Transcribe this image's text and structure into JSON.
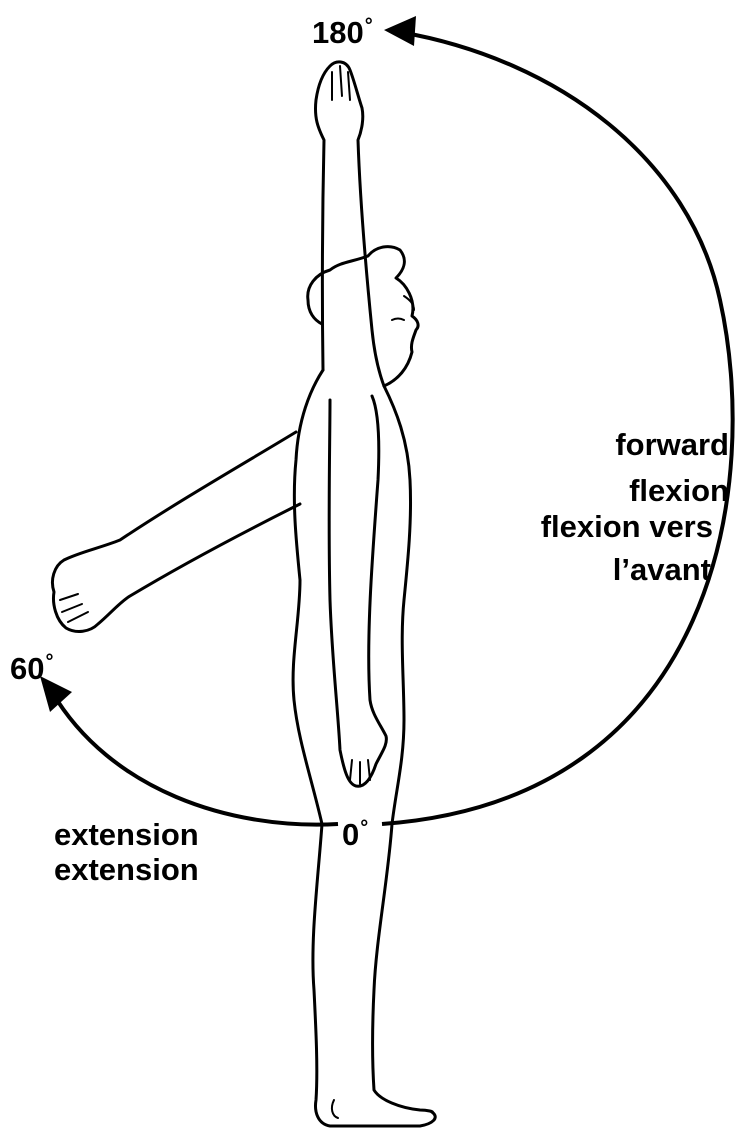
{
  "angles": {
    "top": {
      "value": "180",
      "unit": "°"
    },
    "back": {
      "value": "60",
      "unit": "°"
    },
    "neutral": {
      "value": "0",
      "unit": "°"
    }
  },
  "forward_flexion": {
    "line1": "forward",
    "line2": "flexion",
    "line3": "flexion vers",
    "line4": "l’avant"
  },
  "extension": {
    "line1": "extension",
    "line2": "extension"
  },
  "colors": {
    "ink": "#000000",
    "background": "#ffffff"
  }
}
